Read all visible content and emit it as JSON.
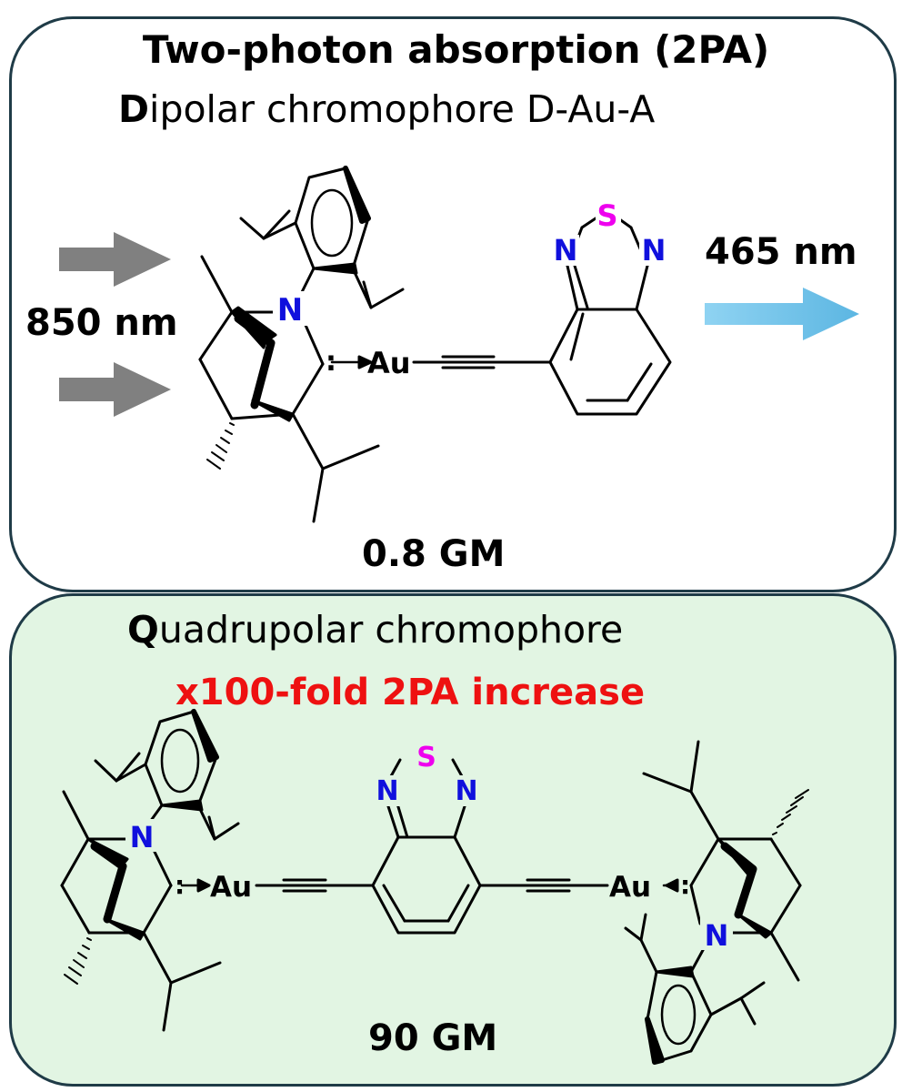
{
  "top_panel": {
    "title": "Two-photon absorption (2PA)",
    "subtitle_initial": "D",
    "subtitle_rest": "ipolar chromophore D-Au-A",
    "input_wavelength": "850 nm",
    "output_wavelength": "465 nm",
    "cross_section": "0.8 GM"
  },
  "bottom_panel": {
    "subtitle_initial": "Q",
    "subtitle_rest": "uadrupolar chromophore",
    "increase_label": "x100-fold 2PA increase",
    "cross_section": "90 GM"
  },
  "atoms": {
    "nitrogen": "N",
    "sulfur": "S",
    "gold": "Au",
    "carbene_dots": ":"
  },
  "colors": {
    "nitrogen": "#1010dd",
    "sulfur": "#ee00ee",
    "increase_text": "#ee1111",
    "bottom_panel_bg": "#e2f5e3",
    "panel_border": "#1f3b47",
    "input_arrow": "#808080",
    "output_arrow": "#66bfe6"
  }
}
